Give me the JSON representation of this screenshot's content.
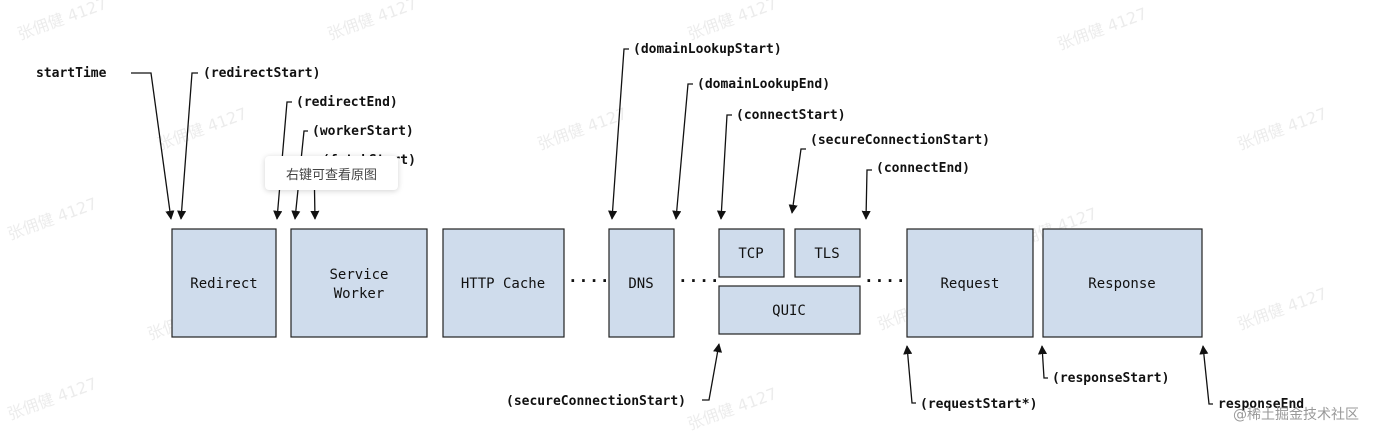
{
  "labels": {
    "startTime": "startTime",
    "redirectStart": "(redirectStart)",
    "redirectEnd": "(redirectEnd)",
    "workerStart": "(workerStart)",
    "fetchStart": "(fetchStart)",
    "domainLookupStart": "(domainLookupStart)",
    "domainLookupEnd": "(domainLookupEnd)",
    "connectStart": "(connectStart)",
    "secureConnectionStartTop": "(secureConnectionStart)",
    "connectEnd": "(connectEnd)",
    "secureConnectionStartBottom": "(secureConnectionStart)",
    "requestStart": "(requestStart*)",
    "responseStart": "(responseStart)",
    "responseEnd": "responseEnd"
  },
  "boxes": {
    "redirect": "Redirect",
    "serviceWorkerLine1": "Service",
    "serviceWorkerLine2": "Worker",
    "httpCache": "HTTP Cache",
    "dns": "DNS",
    "tcp": "TCP",
    "tls": "TLS",
    "quic": "QUIC",
    "request": "Request",
    "response": "Response"
  },
  "separator": "····",
  "tooltip": "右键可查看原图",
  "watermark": "张佣健 4127",
  "footer": "@稀土掘金技术社区",
  "colors": {
    "box_fill": "#cfdcec",
    "box_stroke": "#222222",
    "text": "#111111"
  }
}
